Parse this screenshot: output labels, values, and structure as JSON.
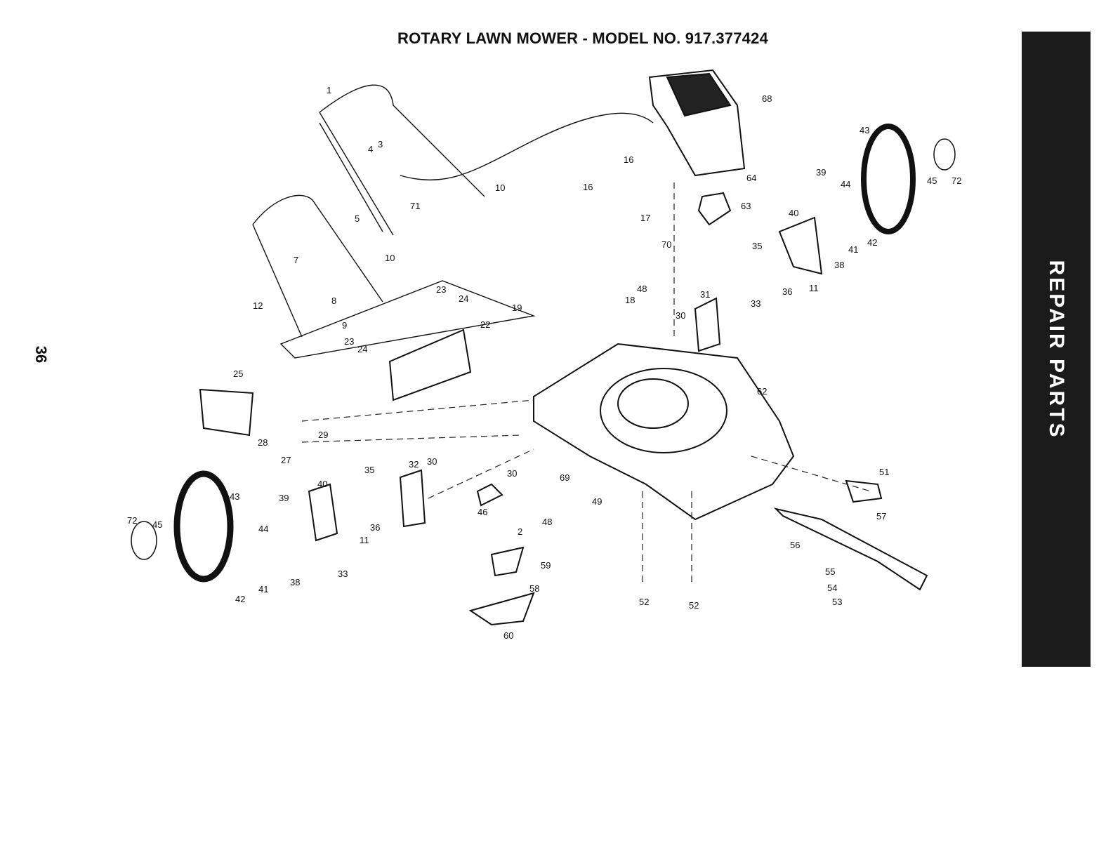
{
  "title": "ROTARY LAWN MOWER - MODEL NO. 917.377424",
  "page_number": "36",
  "side_tab": "REPAIR PARTS",
  "callouts": [
    "1",
    "3",
    "4",
    "10",
    "71",
    "5",
    "10",
    "7",
    "8",
    "9",
    "12",
    "16",
    "17",
    "16",
    "64",
    "63",
    "68",
    "43",
    "72",
    "45",
    "44",
    "39",
    "40",
    "41",
    "42",
    "38",
    "35",
    "36",
    "11",
    "33",
    "31",
    "30",
    "18",
    "48",
    "70",
    "19",
    "22",
    "23",
    "24",
    "23",
    "24",
    "25",
    "28",
    "29",
    "27",
    "62",
    "51",
    "57",
    "56",
    "55",
    "54",
    "53",
    "52",
    "52",
    "43",
    "39",
    "44",
    "40",
    "35",
    "32",
    "30",
    "36",
    "11",
    "72",
    "45",
    "42",
    "41",
    "38",
    "33",
    "30",
    "69",
    "48",
    "49",
    "46",
    "2",
    "59",
    "58",
    "60"
  ]
}
